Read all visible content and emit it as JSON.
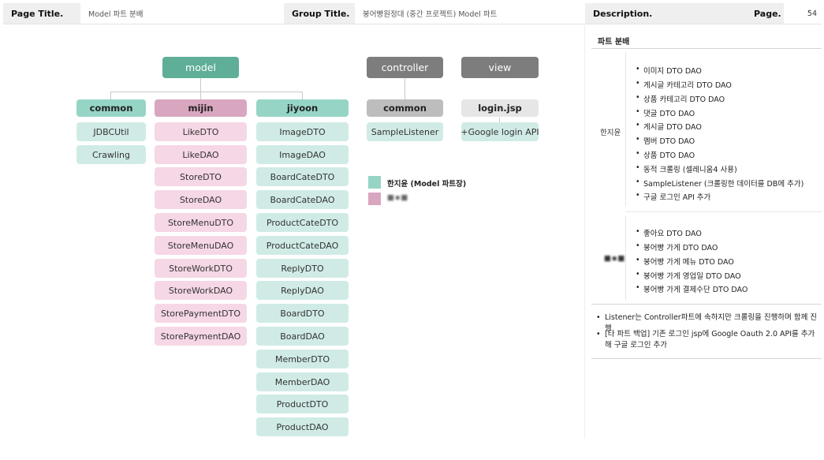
{
  "header": {
    "page_title_label": "Page Title.",
    "page_title_value": "Model 파트 분배",
    "group_title_label": "Group Title.",
    "group_title_value": "붕어빵원정대 (중간 프로젝트) Model 파트",
    "description_label": "Description.",
    "page_label": "Page.",
    "page_number": "54"
  },
  "diagram": {
    "model": "model",
    "controller": "controller",
    "view": "view",
    "common": {
      "title": "common",
      "items": [
        "JDBCUtil",
        "Crawling"
      ]
    },
    "mijin": {
      "title": "mijin",
      "items": [
        "LikeDTO",
        "LikeDAO",
        "StoreDTO",
        "StoreDAO",
        "StoreMenuDTO",
        "StoreMenuDAO",
        "StoreWorkDTO",
        "StoreWorkDAO",
        "StorePaymentDTO",
        "StorePaymentDAO"
      ]
    },
    "jiyoon": {
      "title": "jiyoon",
      "items": [
        "ImageDTO",
        "ImageDAO",
        "BoardCateDTO",
        "BoardCateDAO",
        "ProductCateDTO",
        "ProductCateDAO",
        "ReplyDTO",
        "ReplyDAO",
        "BoardDTO",
        "BoardDAO",
        "MemberDTO",
        "MemberDAO",
        "ProductDTO",
        "ProductDAO"
      ]
    },
    "controller_common": {
      "title": "common",
      "items": [
        "SampleListener"
      ]
    },
    "view_login": {
      "title": "login.jsp",
      "items": [
        "+Google login API"
      ]
    }
  },
  "legend": {
    "teal_label": "한지윤 (Model 파트장)",
    "pink_label": "■▪■"
  },
  "panel": {
    "title": "파트 분배",
    "person1": "한지윤",
    "person1_items": [
      "이미지 DTO DAO",
      "게시글 카테고리 DTO DAO",
      "상품 카테고리 DTO DAO",
      "댓글 DTO DAO",
      "게시글 DTO DAO",
      "멤버 DTO DAO",
      "상품 DTO DAO",
      "동적 크롤링 (셀레니움4 사용)",
      "SampleListener (크롤링한 데이터를 DB에 추가)",
      "구글 로그인 API 추가"
    ],
    "person2": "■▪■",
    "person2_items": [
      "좋아요 DTO DAO",
      "붕어빵 가게 DTO DAO",
      "붕어빵 가게 메뉴 DTO DAO",
      "붕어빵 가게 영업일 DTO DAO",
      "붕어빵 가게 결제수단 DTO DAO"
    ],
    "notes": [
      "Listener는 Controller파트에 속하지만 크롤링을 진행하며 함께 진행",
      "[타 파트 백업] 기존 로그인 jsp에 Google Oauth 2.0 API를 추가해 구글 로그인 추가"
    ]
  },
  "colors": {
    "model": "#5fae98",
    "teal_header": "#96d5c6",
    "teal_item": "#d0ebe6",
    "pink_header": "#d9a6c0",
    "pink_item": "#f6d7e6",
    "dark_grey": "#7d7d7d"
  }
}
